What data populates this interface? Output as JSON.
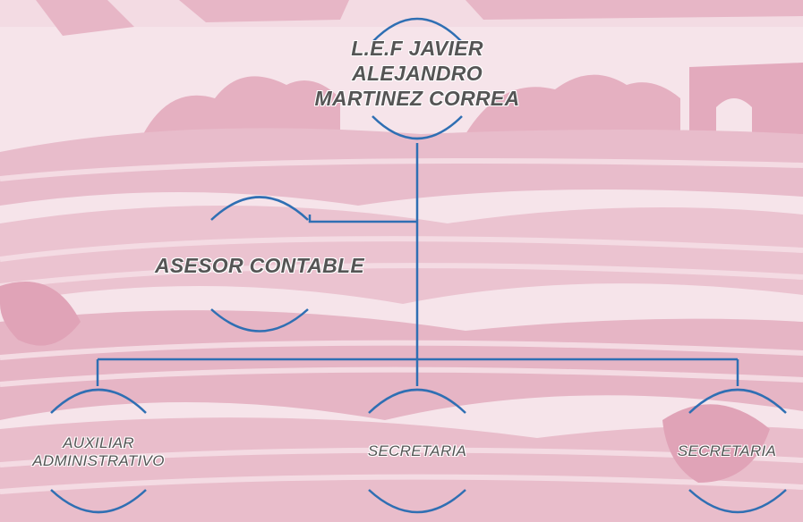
{
  "colors": {
    "background": "#f6e4ea",
    "watermark": "#e4aebf",
    "watermark_light": "#efcfd9",
    "connector": "#2f6fb3",
    "text": "#555555",
    "text_shadow": "#ffffff"
  },
  "nodes": {
    "director": {
      "lines": [
        "L.E.F JAVIER",
        "ALEJANDRO",
        "MARTINEZ CORREA"
      ]
    },
    "advisor": {
      "label": "ASESOR CONTABLE"
    },
    "assistant": {
      "lines": [
        "AUXILIAR",
        "ADMINISTRATIVO"
      ]
    },
    "secretary_1": {
      "label": "SECRETARIA"
    },
    "secretary_2": {
      "label": "SECRETARIA"
    }
  }
}
